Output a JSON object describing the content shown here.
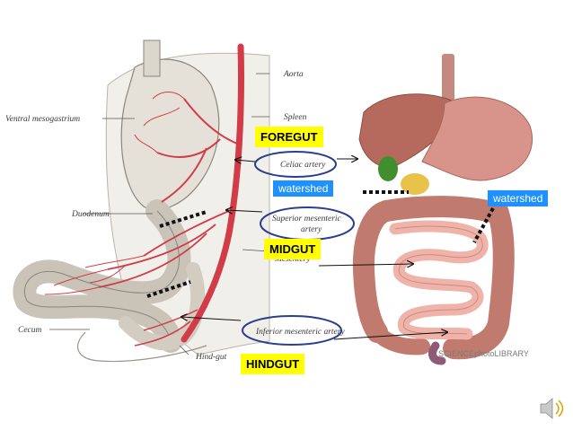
{
  "labels": {
    "ventral_mesogastrium": "Ventral mesogastrium",
    "aorta": "Aorta",
    "spleen": "Spleen",
    "celiac_artery": "Celiac artery",
    "duodenum": "Duodenum",
    "superior_mesenteric_1": "Superior mesenteric",
    "superior_mesenteric_2": "artery",
    "mesentery": "Mesentery",
    "cecum": "Cecum",
    "inferior_mesenteric": "Inferior mesenteric artery",
    "hind_gut": "Hind-gut"
  },
  "regions": {
    "foregut": "FOREGUT",
    "midgut": "MIDGUT",
    "hindgut": "HINDGUT",
    "watershed_left": "watershed",
    "watershed_right": "watershed"
  },
  "credit": "SCIENCEphotoLIBRARY",
  "icons": {
    "speaker": "speaker-icon"
  },
  "colors": {
    "highlight": "#ffff00",
    "watershed": "#1e90ff",
    "ellipse": "#2b3f8c",
    "artery": "#d23c48"
  }
}
